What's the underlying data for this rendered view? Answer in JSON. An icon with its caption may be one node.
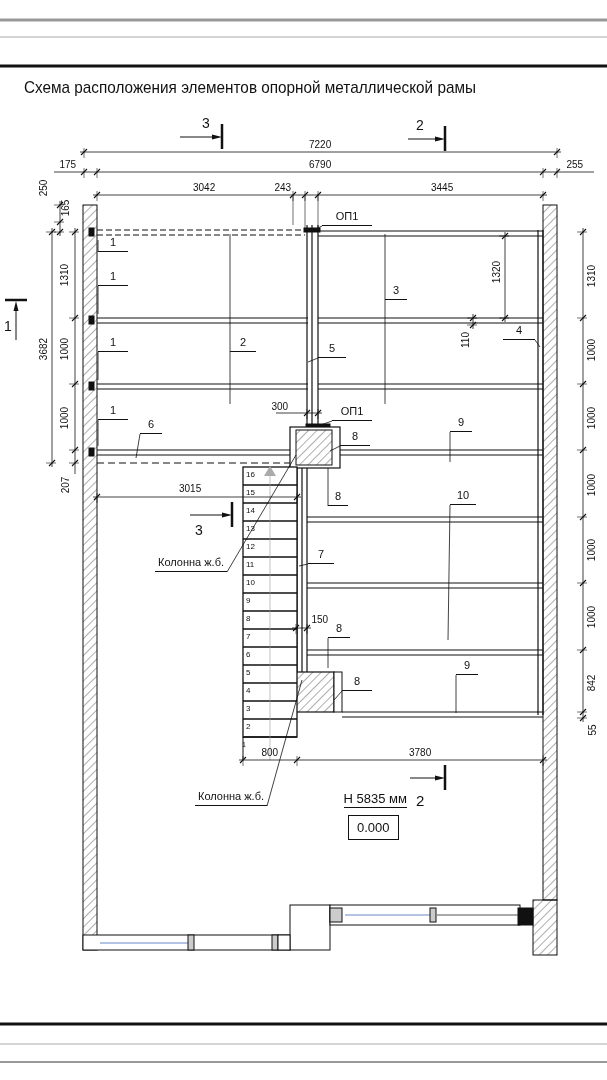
{
  "diagram": {
    "title": "Схема расположения элементов опорной металлической рамы",
    "nodes": [
      {
        "text": [
          "ОП1"
        ]
      },
      {
        "text": [
          "1"
        ]
      },
      {
        "text": [
          "1"
        ]
      },
      {
        "text": [
          "3"
        ]
      },
      {
        "text": [
          "1"
        ]
      },
      {
        "text": [
          "2"
        ]
      },
      {
        "text": [
          "5"
        ]
      },
      {
        "text": [
          "4"
        ]
      },
      {
        "text": [
          "ОП1"
        ]
      },
      {
        "text": [
          "1"
        ]
      },
      {
        "text": [
          "6"
        ]
      },
      {
        "text": [
          "8"
        ]
      },
      {
        "text": [
          "9"
        ]
      },
      {
        "text": [
          "8"
        ]
      },
      {
        "text": [
          "10"
        ]
      },
      {
        "text": [
          "7"
        ]
      },
      {
        "text": [
          "Колонна ж.б."
        ]
      },
      {
        "text": [
          "8"
        ]
      },
      {
        "text": [
          "8"
        ]
      },
      {
        "text": [
          "9"
        ]
      },
      {
        "text": [
          "Колонна ж.б."
        ]
      },
      {
        "text": [
          "0.000"
        ],
        "beside": [
          "Н 5835 мм"
        ]
      }
    ],
    "edges": [
      {
        "from": 0,
        "to": null,
        "arrow": "none"
      },
      {
        "from": 1,
        "to": null,
        "arrow": "none"
      },
      {
        "from": 2,
        "to": null,
        "arrow": "none"
      },
      {
        "from": 3,
        "to": null,
        "arrow": "none"
      },
      {
        "from": 4,
        "to": null,
        "arrow": "none"
      },
      {
        "from": 5,
        "to": null,
        "arrow": "none"
      },
      {
        "from": 6,
        "to": null,
        "arrow": "none"
      },
      {
        "from": 7,
        "to": null,
        "arrow": "none"
      },
      {
        "from": 8,
        "to": null,
        "arrow": "none"
      },
      {
        "from": 9,
        "to": null,
        "arrow": "none"
      },
      {
        "from": 10,
        "to": null,
        "arrow": "none"
      },
      {
        "from": 11,
        "to": null,
        "arrow": "none"
      },
      {
        "from": 12,
        "to": null,
        "arrow": "none"
      },
      {
        "from": 13,
        "to": null,
        "arrow": "none"
      },
      {
        "from": 14,
        "to": null,
        "arrow": "none"
      },
      {
        "from": 15,
        "to": null,
        "arrow": "none"
      },
      {
        "from": 16,
        "to": null,
        "arrow": "none"
      },
      {
        "from": 17,
        "to": null,
        "arrow": "none"
      },
      {
        "from": 18,
        "to": null,
        "arrow": "none"
      },
      {
        "from": 19,
        "to": null,
        "arrow": "none"
      },
      {
        "from": 20,
        "to": null,
        "arrow": "none"
      }
    ],
    "labels": [
      "3",
      "2",
      "7220",
      "175",
      "6790",
      "255",
      "250",
      "165",
      "3042",
      "243",
      "3445",
      "1310",
      "1320",
      "1310",
      "1",
      "3682",
      "1000",
      "110",
      "1000",
      "300",
      "1000",
      "1000",
      "207",
      "16",
      "15",
      "3015",
      "14",
      "1000",
      "3",
      "13",
      "12",
      "11",
      "10",
      "9",
      "8",
      "7",
      "6",
      "5",
      "4",
      "3",
      "2",
      "1000",
      "150",
      "1000",
      "842",
      "55",
      "1",
      "800",
      "3780",
      "2"
    ]
  }
}
